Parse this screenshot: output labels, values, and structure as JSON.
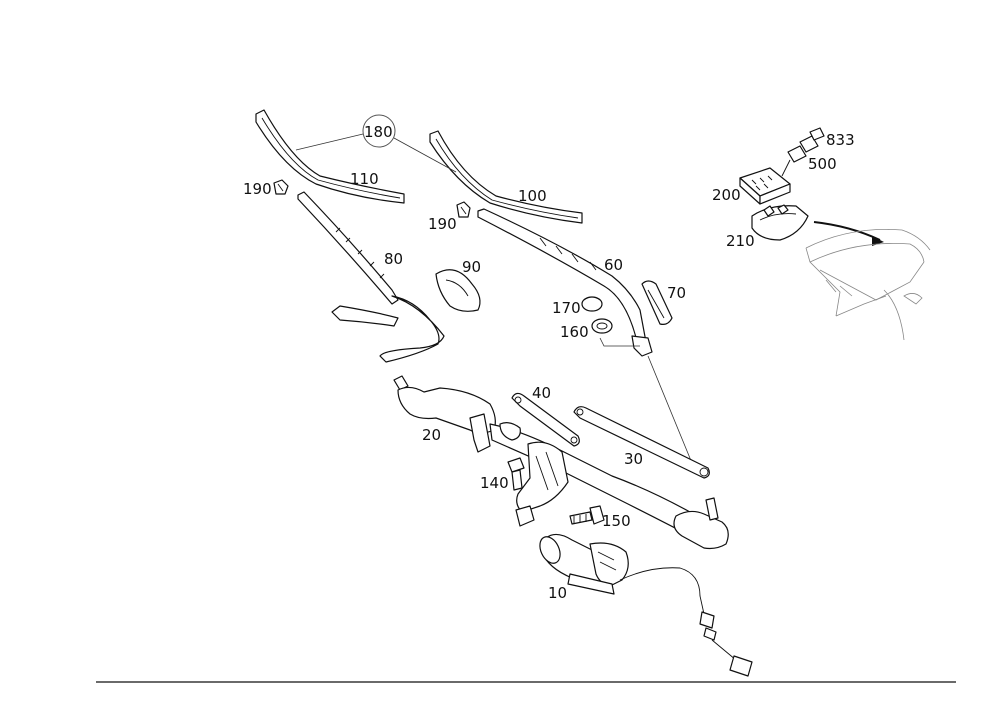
{
  "callouts": {
    "c180": "180",
    "c110": "110",
    "c100": "100",
    "c190a": "190",
    "c190b": "190",
    "c80": "80",
    "c90": "90",
    "c60": "60",
    "c70": "70",
    "c170": "170",
    "c160": "160",
    "c40": "40",
    "c20": "20",
    "c30": "30",
    "c140": "140",
    "c150": "150",
    "c10": "10",
    "c833": "833",
    "c500": "500",
    "c200": "200",
    "c210": "210"
  }
}
